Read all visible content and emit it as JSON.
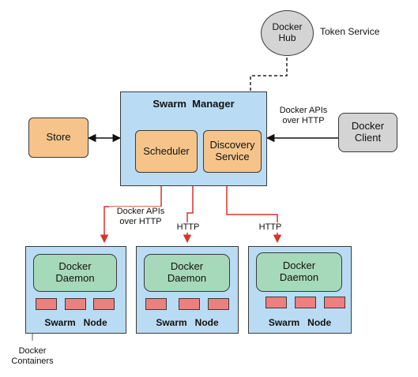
{
  "hub": {
    "label": "Docker\nHub",
    "token_label": "Token Service"
  },
  "manager": {
    "title": "Swarm  Manager",
    "scheduler": "Scheduler",
    "discovery": "Discovery\nService"
  },
  "store": {
    "label": "Store"
  },
  "client": {
    "label": "Docker\nClient",
    "api_label": "Docker APIs\nover HTTP"
  },
  "links": [
    {
      "label": "Docker APIs\nover HTTP"
    },
    {
      "label": "HTTP"
    },
    {
      "label": "HTTP"
    }
  ],
  "nodes": [
    {
      "daemon": "Docker\nDaemon",
      "title": "Swarm   Node"
    },
    {
      "daemon": "Docker\nDaemon",
      "title": "Swarm   Node"
    },
    {
      "daemon": "Docker\nDaemon",
      "title": "Swarm   Node"
    }
  ],
  "containers_label": "Docker\nContainers",
  "colors": {
    "manager_fill": "#b9dcf4",
    "component_fill": "#f6c48a",
    "daemon_fill": "#a6d9b9",
    "container_fill": "#ee7f7f",
    "client_fill": "#d4d4d4",
    "node_link": "#d6342a"
  }
}
